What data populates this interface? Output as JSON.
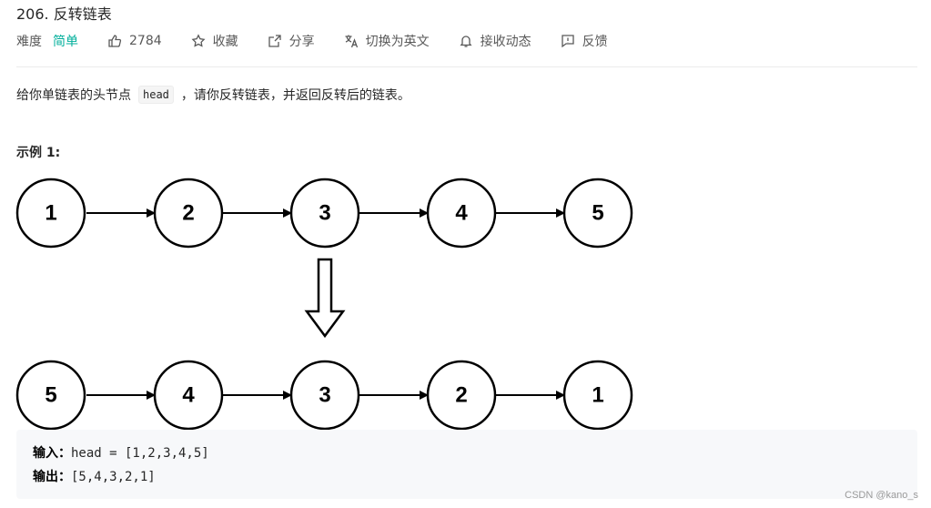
{
  "problem": {
    "title": "206. 反转链表"
  },
  "meta": {
    "difficulty_label": "难度",
    "difficulty_value": "简单",
    "likes": "2784",
    "favorite_label": "收藏",
    "share_label": "分享",
    "switch_lang_label": "切换为英文",
    "notify_label": "接收动态",
    "feedback_label": "反馈",
    "difficulty_color": "#00af9b"
  },
  "description": {
    "before": "给你单链表的头节点",
    "code": "head",
    "after": "，请你反转链表，并返回反转后的链表。"
  },
  "example": {
    "title": "示例 1:",
    "diagram_top": [
      "1",
      "2",
      "3",
      "4",
      "5"
    ],
    "diagram_bottom": [
      "5",
      "4",
      "3",
      "2",
      "1"
    ],
    "input_label": "输入：",
    "input_value": "head = [1,2,3,4,5]",
    "output_label": "输出：",
    "output_value": "[5,4,3,2,1]"
  },
  "watermark": "CSDN @kano_s"
}
